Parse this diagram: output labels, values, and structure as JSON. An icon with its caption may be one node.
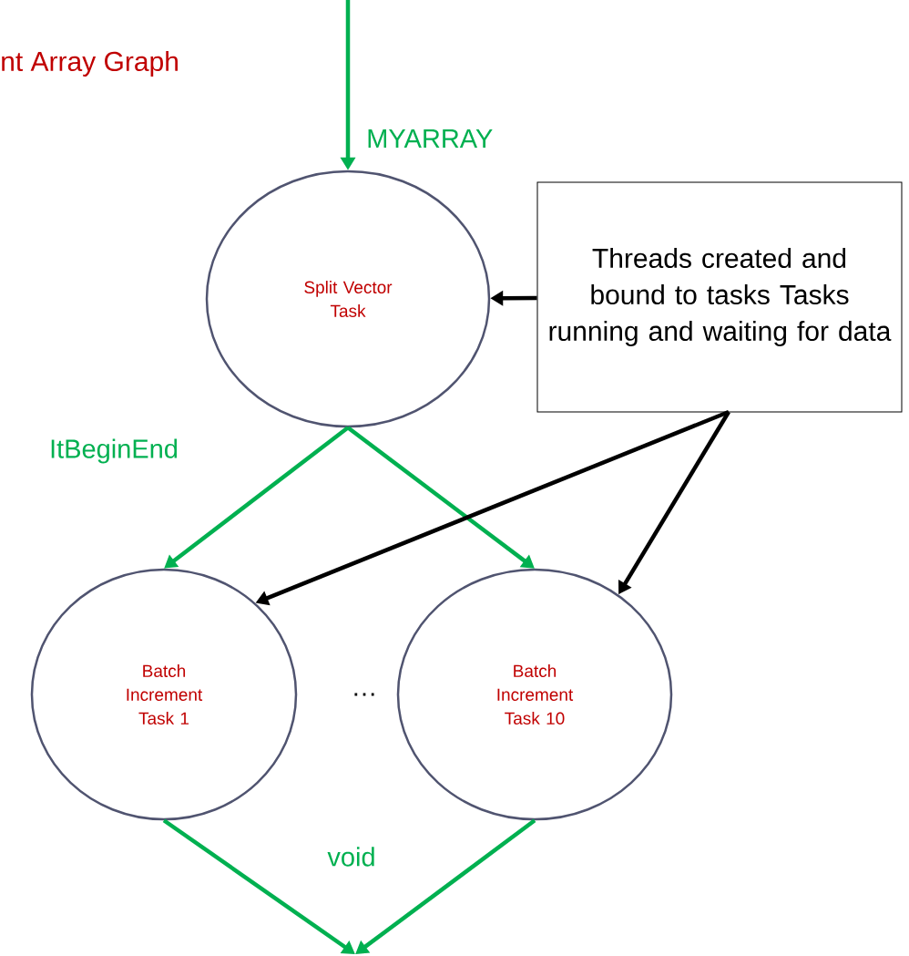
{
  "diagram": {
    "title": "nt Array Graph",
    "nodes": [
      {
        "text": [
          "Split Vector Task"
        ]
      },
      {
        "text": [
          "Threads created and bound to tasks Tasks running and waiting for data"
        ]
      },
      {
        "text": [
          "Batch Increment Task 1"
        ]
      },
      {
        "text": [
          "Batch Increment Task 10"
        ]
      }
    ],
    "edges": [
      {
        "from": null,
        "to": 0,
        "arrow": "to",
        "label": "MYARRAY"
      },
      {
        "from": 1,
        "to": 0,
        "arrow": "to",
        "color": "#000000"
      },
      {
        "from": 0,
        "to": 2,
        "arrow": "to"
      },
      {
        "from": 0,
        "to": 3,
        "arrow": "to"
      },
      {
        "from": 1,
        "to": 2,
        "arrow": "to",
        "color": "#000000"
      },
      {
        "from": 1,
        "to": 3,
        "arrow": "to",
        "color": "#000000"
      },
      {
        "from": 2,
        "to": null,
        "arrow": "to"
      },
      {
        "from": 3,
        "to": null,
        "arrow": "to"
      }
    ],
    "labels": [
      "ItBeginEnd",
      "…",
      "void"
    ]
  }
}
